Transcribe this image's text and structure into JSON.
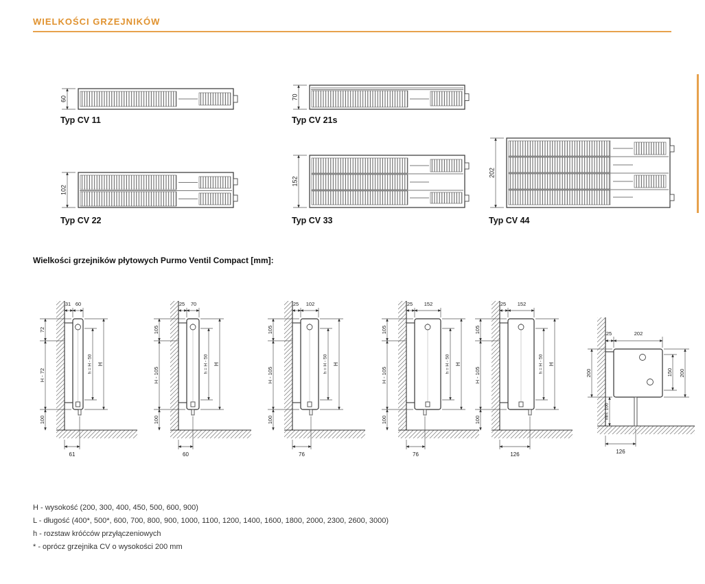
{
  "accent_color": "#E0922F",
  "header": {
    "title": "WIELKOŚCI GRZEJNIKÓW"
  },
  "section_title": "Wielkości grzejników płytowych Purmo Ventil Compact [mm]:",
  "radiator_types": [
    {
      "label": "Typ CV 11",
      "depth": "60"
    },
    {
      "label": "Typ CV 21s",
      "depth": "70"
    },
    {
      "label": "Typ CV 22",
      "depth": "102"
    },
    {
      "label": "Typ CV 33",
      "depth": "152"
    },
    {
      "label": "Typ CV 44",
      "depth": "202"
    }
  ],
  "side_views": [
    {
      "wall_gap": "31",
      "depth": "60",
      "top_height": "72",
      "main_height": "H - 72",
      "pipe_spacing": "h = H - 50",
      "total_height": "H",
      "floor_clearance": "100",
      "bottom_offset": "61"
    },
    {
      "wall_gap": "25",
      "depth": "70",
      "top_height": "105",
      "main_height": "H - 105",
      "pipe_spacing": "h = H - 50",
      "total_height": "H",
      "floor_clearance": "100",
      "bottom_offset": "60"
    },
    {
      "wall_gap": "25",
      "depth": "102",
      "top_height": "105",
      "main_height": "H - 105",
      "pipe_spacing": "h = H - 50",
      "total_height": "H",
      "floor_clearance": "100",
      "bottom_offset": "76"
    },
    {
      "wall_gap": "25",
      "depth": "152",
      "top_height": "105",
      "main_height": "H - 105",
      "pipe_spacing": "h = H - 50",
      "total_height": "H",
      "floor_clearance": "100",
      "bottom_offset": "76"
    },
    {
      "wall_gap": "25",
      "depth": "152",
      "top_height": "105",
      "main_height": "H - 105",
      "pipe_spacing": "h = H - 50",
      "total_height": "H",
      "floor_clearance": "100",
      "bottom_offset": "126"
    }
  ],
  "detail_view": {
    "wall_gap": "25",
    "depth": "202",
    "left_height": "200",
    "pipe_spacing": "150",
    "total_height": "200",
    "floor_clearance": "min. 100",
    "bottom_offset": "126"
  },
  "legend": {
    "lines": [
      "H - wysokość (200, 300, 400, 450, 500, 600, 900)",
      "L - długość (400*, 500*, 600, 700, 800, 900, 1000, 1100, 1200, 1400, 1600, 1800, 2000, 2300, 2600, 3000)",
      "h - rozstaw króćców przyłączeniowych",
      "* - oprócz grzejnika CV o wysokości 200 mm"
    ]
  }
}
